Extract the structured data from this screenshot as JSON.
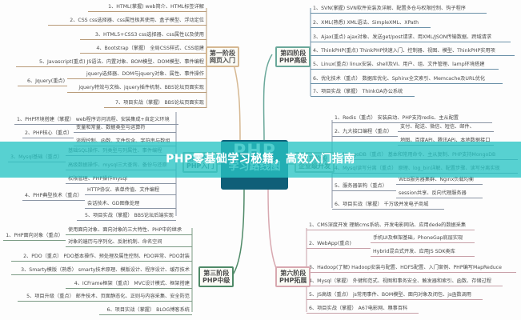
{
  "banner": {
    "title": "PHP零基础学习秘籍，高效入门指南",
    "color": "#28c4c4"
  },
  "center": {
    "line1": "PHP",
    "line2": "学习路线图",
    "color": "#0f5f78"
  },
  "stages": [
    {
      "id": "stage1",
      "line1": "第一阶段",
      "line2": "网页入门",
      "color": "#d6b892",
      "items": [
        "1、HTML(掌握)  web简介、HTML标签详解",
        "2、CSS  css选择器、css属性极其使用、盒子模型、浮动定位",
        "3、HTML5+CSS3  css选择器、css属性以及使用",
        "4、Bootstrap（掌握） 全局CSS样式、CSS组建",
        "5、Javascript(重点)  JS语法、内置对象、BOM模型、DOM模型、事件编程",
        "6、Jquery(重点)",
        "jquery选择器、DOM与jquery对象、属性、事件操作",
        "jquery特效与文档、jquery插件机制、BBS论坛页面实现",
        "7、项目实战（掌握） BBS论坛页面实现"
      ]
    },
    {
      "id": "stage2",
      "line1": "第二阶段",
      "line2": "PHP入门",
      "color": "#8ab0a0",
      "items": [
        "1、PHP环境搭建（掌握） web程序访问流程、安装集成+自定义环境",
        "2、PHP核心（重点）",
        "变量和常量、数据类型与运算符",
        "流程控制、函数、文件包含、字符串与数组",
        "3、Mysql基础（重点）",
        "基础SQL操作、列类型与列属性、事件编程",
        "高级数据操作、mysql三大查询、备份与还原",
        "权限管理、PHP操作mysql",
        "4、PHP典型技术（重点）",
        "HTTP协议、表单传值、文件编程",
        "会话技术、GD图像处理",
        "5、项目实战（掌握） BBS论坛后端实现"
      ]
    },
    {
      "id": "stage3",
      "line1": "第三阶段",
      "line2": "PHP中级",
      "color": "#4f8a68",
      "items": [
        "1、PHP面向对象（重点）",
        "使用面向对象、面向对象的三大特性、PHP中的继承",
        "对象的遍历与序列化、反射机制、命名空间",
        "2、PDO（重点） PDO基本操作、预处理及属性控制、PDO异常、PDO封装",
        "3、Smarty模版（熟悉） smarty技术原理、模版设计、程序设计、缓存技术",
        "4、ICFrame框架（重点） MVC设计模式、框架搭建",
        "5、项目升级（重点） 邮件技术、页面静态化、正则与内容采集、安全防范",
        "6、项目实战（掌握） BLOG博客系统"
      ]
    },
    {
      "id": "stage4",
      "line1": "第四阶段",
      "line2": "PHP高级",
      "color": "#6aa89a",
      "items": [
        "1、SVN(掌握)  SVN软件安装及详解、配置多仓与权限控制、钩子程序",
        "2、XML(熟悉)  XML语法、SimpleXML、XPath",
        "3、Ajax(重点)  ajax对象、发送get/post请求、用XML/JSON传输数据、跨域请求",
        "4、ThinkPHP(重点) ThinkPHP快速入门、控制器、视图、模型、ThinkPHP实用项",
        "5、Linux(重点)  linux安装、shell及VI、用户、组、文件管理、lamp环境搭建",
        "6、优化技术（重点）  数据库优化、Sphinx全文索引、Memcache及URL优化",
        "7、项目实战（掌握） ThinkOA办公系统"
      ]
    },
    {
      "id": "stage5",
      "line1": "第五阶段",
      "line2": "企业级开发",
      "color": "#9ab0a0",
      "items": [
        "1、Redis（重点）  安装启动、PHP支持redis、主从配置",
        "2、九大接口编程（重点）",
        "支付、配送、微信、短信、邮件、",
        "地图、百度API、腾讯API、本地数据接口",
        "3、MongoDB（重点）  基本和常用命令、主从复制、PHP支持MongoDB",
        "4、Mysql读写分离（重点）  原理、log_bin详解、配置步骤、读写分离实现",
        "5、服务器架构（重点）",
        "WEB服务器集群、Nginx负载均衡",
        "session共享、反向代理服务器",
        "6、项目实战（掌握）  千万级并发电子商城"
      ]
    },
    {
      "id": "stage6",
      "line1": "第六阶段",
      "line2": "PHP拓展",
      "color": "#d8a8b0",
      "items": [
        "1、CMS深度开发  理解cms系统、开发电影网站、应用dede的数据采集",
        "2、WebApp(重点)",
        "手机UI及框架基础，PhoneGap底层实现",
        "Hybrid混合式开发、应用JS SDK类库",
        "3、Hadoop(了解) Hadoop安装与配置、HDFS配置、入门案例、PHP编写MapReduce",
        "4、Mysql（掌握） 外键和范式、视图和事务安全、触发器和索引、函数、存储过程",
        "5、JS高级（重点）  js常用事件、BOM模型、面向对象及闭包、js函数调用",
        "6、项目实战（掌握）  A67电影网、糗事百科"
      ]
    }
  ]
}
